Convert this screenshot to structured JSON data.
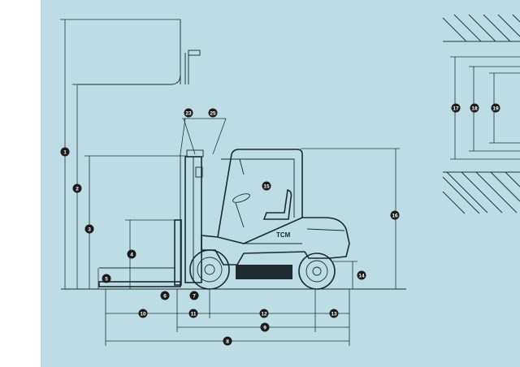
{
  "callouts": {
    "c1": "1",
    "c2": "2",
    "c3": "3",
    "c4": "4",
    "c5": "5",
    "c6": "6",
    "c7": "7",
    "c8": "8",
    "c9": "9",
    "c10": "10",
    "c11": "11",
    "c12": "12",
    "c13": "13",
    "c14": "14",
    "c15": "15",
    "c16": "16",
    "c17": "17",
    "c18": "18",
    "c19": "19",
    "c23": "23",
    "c25": "25"
  },
  "logo_text": "TCM",
  "colors": {
    "sheet": "#bcdde3",
    "ink": "#1e2a2f",
    "badge": "#1b1b1b"
  }
}
